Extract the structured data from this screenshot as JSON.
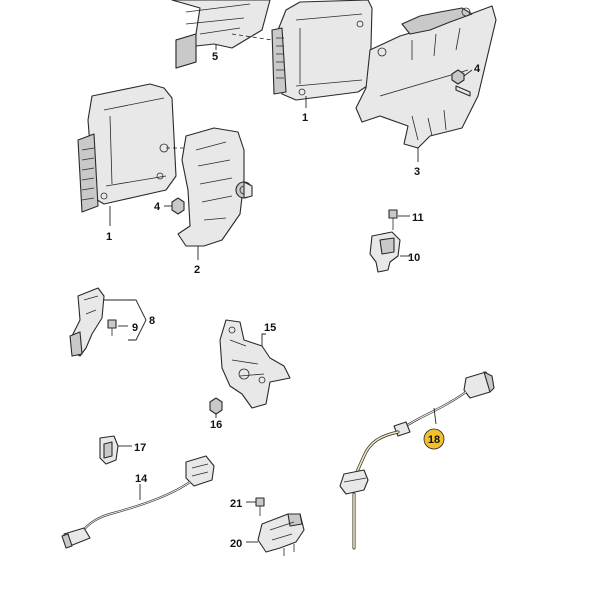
{
  "colors": {
    "highlight_badge": "#f2c12e",
    "line": "#2a2a2a",
    "part_fill": "#e8e8e8",
    "probe_fill": "#f2e6b8"
  },
  "callouts": {
    "c1a": "1",
    "c1b": "1",
    "c2": "2",
    "c3": "3",
    "c4a": "4",
    "c4b": "4",
    "c5": "5",
    "c8": "8",
    "c9": "9",
    "c10": "10",
    "c11": "11",
    "c14": "14",
    "c15": "15",
    "c16": "16",
    "c17": "17",
    "c18": "18",
    "c20": "20",
    "c21": "21"
  },
  "highlighted_part": "18"
}
